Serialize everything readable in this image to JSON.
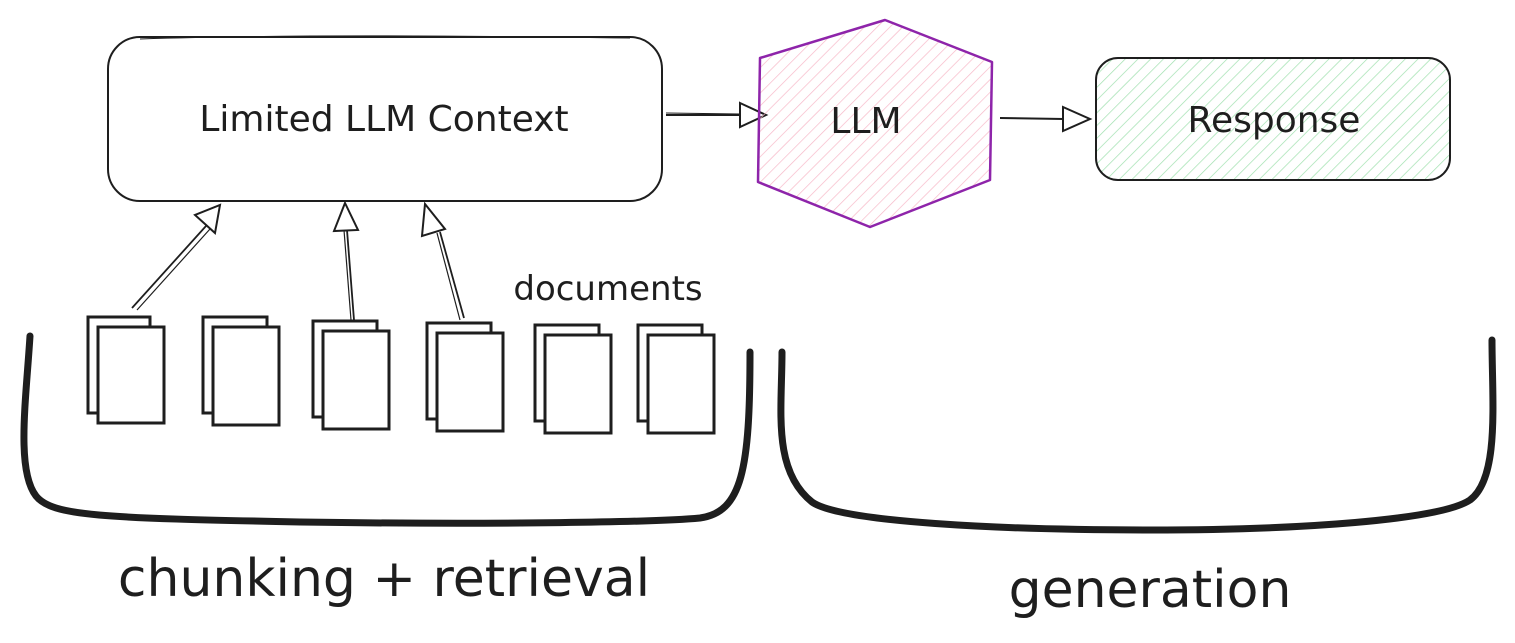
{
  "diagram": {
    "context_box": {
      "label": "Limited LLM Context"
    },
    "llm_node": {
      "label": "LLM"
    },
    "response_box": {
      "label": "Response"
    },
    "documents_label": "documents",
    "chunking_label": "chunking + retrieval",
    "generation_label": "generation"
  },
  "colors": {
    "ink": "#1e1e1e",
    "llm_stroke": "#8e24aa",
    "llm_hatch": "#f7b8c8",
    "response_hatch": "#9fe0ae"
  },
  "icons": {
    "document_stack": "document-stack-icon",
    "arrow": "arrow-right-icon"
  }
}
